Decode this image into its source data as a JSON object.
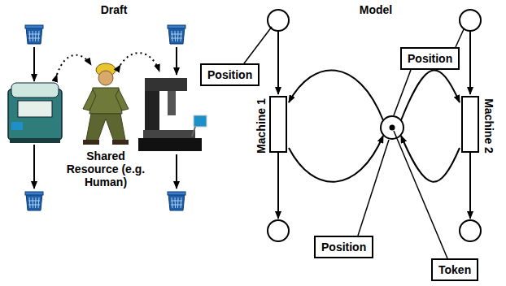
{
  "diagram": {
    "nodes": [
      {
        "text": [
          "Machine 1"
        ]
      },
      {
        "text": [
          "Position"
        ]
      },
      {
        "text": [
          "Position"
        ]
      },
      {
        "text": [
          "Machine 2"
        ]
      },
      {
        "text": [
          "Position"
        ]
      },
      {
        "text": [
          "Token"
        ]
      }
    ],
    "labels": [
      "Draft",
      "Model",
      "Shared Resource (e.g. Human)"
    ]
  }
}
